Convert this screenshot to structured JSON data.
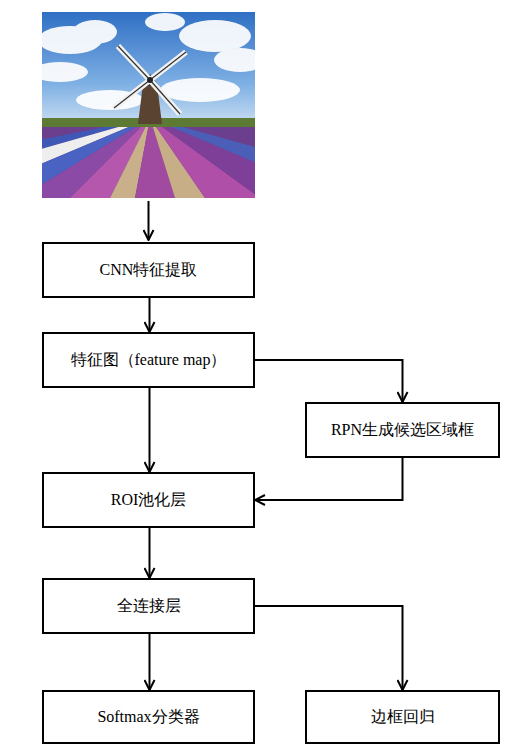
{
  "diagram": {
    "nodes": [
      {
        "text": [
          "CNN特征提取"
        ]
      },
      {
        "text": [
          "特征图（feature map）"
        ]
      },
      {
        "text": [
          "RPN生成候选区域框"
        ]
      },
      {
        "text": [
          "ROI池化层"
        ]
      },
      {
        "text": [
          "全连接层"
        ]
      },
      {
        "text": [
          "Softmax分类器"
        ]
      },
      {
        "text": [
          "边框回归"
        ]
      }
    ],
    "edges": [
      {
        "from": 0,
        "to": 1,
        "arrow": "to"
      },
      {
        "from": 1,
        "to": 2,
        "arrow": "to"
      },
      {
        "from": 1,
        "to": 3,
        "arrow": "to"
      },
      {
        "from": 2,
        "to": 3,
        "arrow": "to"
      },
      {
        "from": 3,
        "to": 4,
        "arrow": "to"
      },
      {
        "from": 4,
        "to": 5,
        "arrow": "to"
      },
      {
        "from": 4,
        "to": 6,
        "arrow": "to"
      }
    ]
  }
}
